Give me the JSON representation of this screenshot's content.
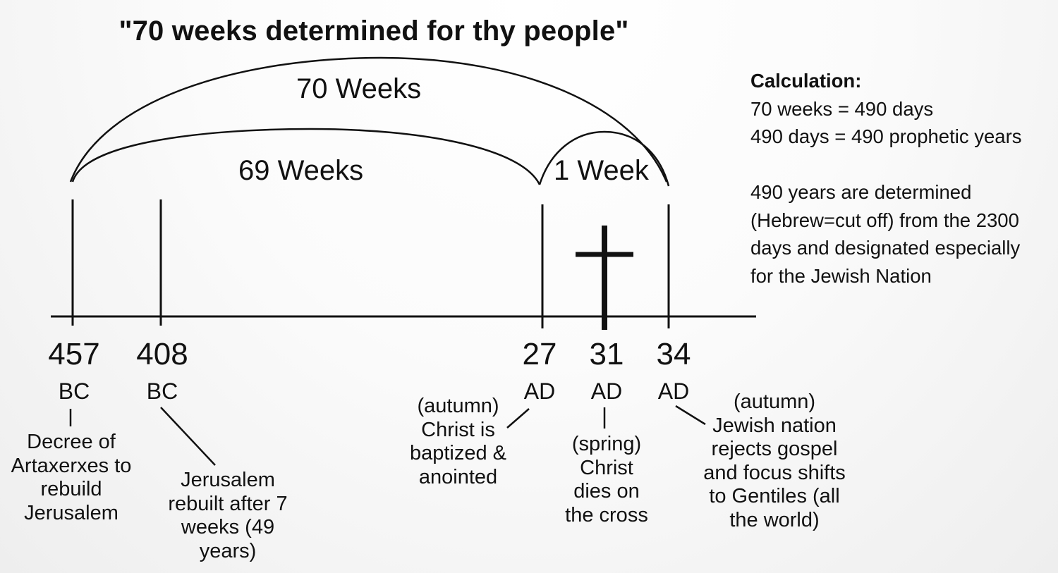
{
  "title": "\"70 weeks determined for thy people\"",
  "arcs": {
    "seventy": "70 Weeks",
    "sixty_nine": "69 Weeks",
    "one": "1 Week"
  },
  "markers": [
    {
      "year": "457",
      "era": "BC",
      "note": "Decree of\nArtaxerxes to\nrebuild\nJerusalem"
    },
    {
      "year": "408",
      "era": "BC",
      "note": "Jerusalem\nrebuilt after 7\nweeks (49\nyears)"
    },
    {
      "year": "27",
      "era": "AD",
      "note": "(autumn)\nChrist is\nbaptized &\nanointed"
    },
    {
      "year": "31",
      "era": "AD",
      "note": "(spring)\nChrist\ndies on\nthe cross"
    },
    {
      "year": "34",
      "era": "AD",
      "note": "(autumn)\nJewish nation\nrejects gospel\nand focus shifts\nto Gentiles (all\nthe world)"
    }
  ],
  "calculation": {
    "heading": "Calculation:",
    "lines": [
      "70 weeks = 490 days",
      "490 days = 490 prophetic years"
    ],
    "paragraph": [
      "490 years are determined",
      "(Hebrew=cut off) from the 2300",
      "days and designated especially",
      "for the Jewish Nation"
    ]
  },
  "icons": {
    "cross": "cross-icon"
  },
  "colors": {
    "ink": "#111111"
  }
}
